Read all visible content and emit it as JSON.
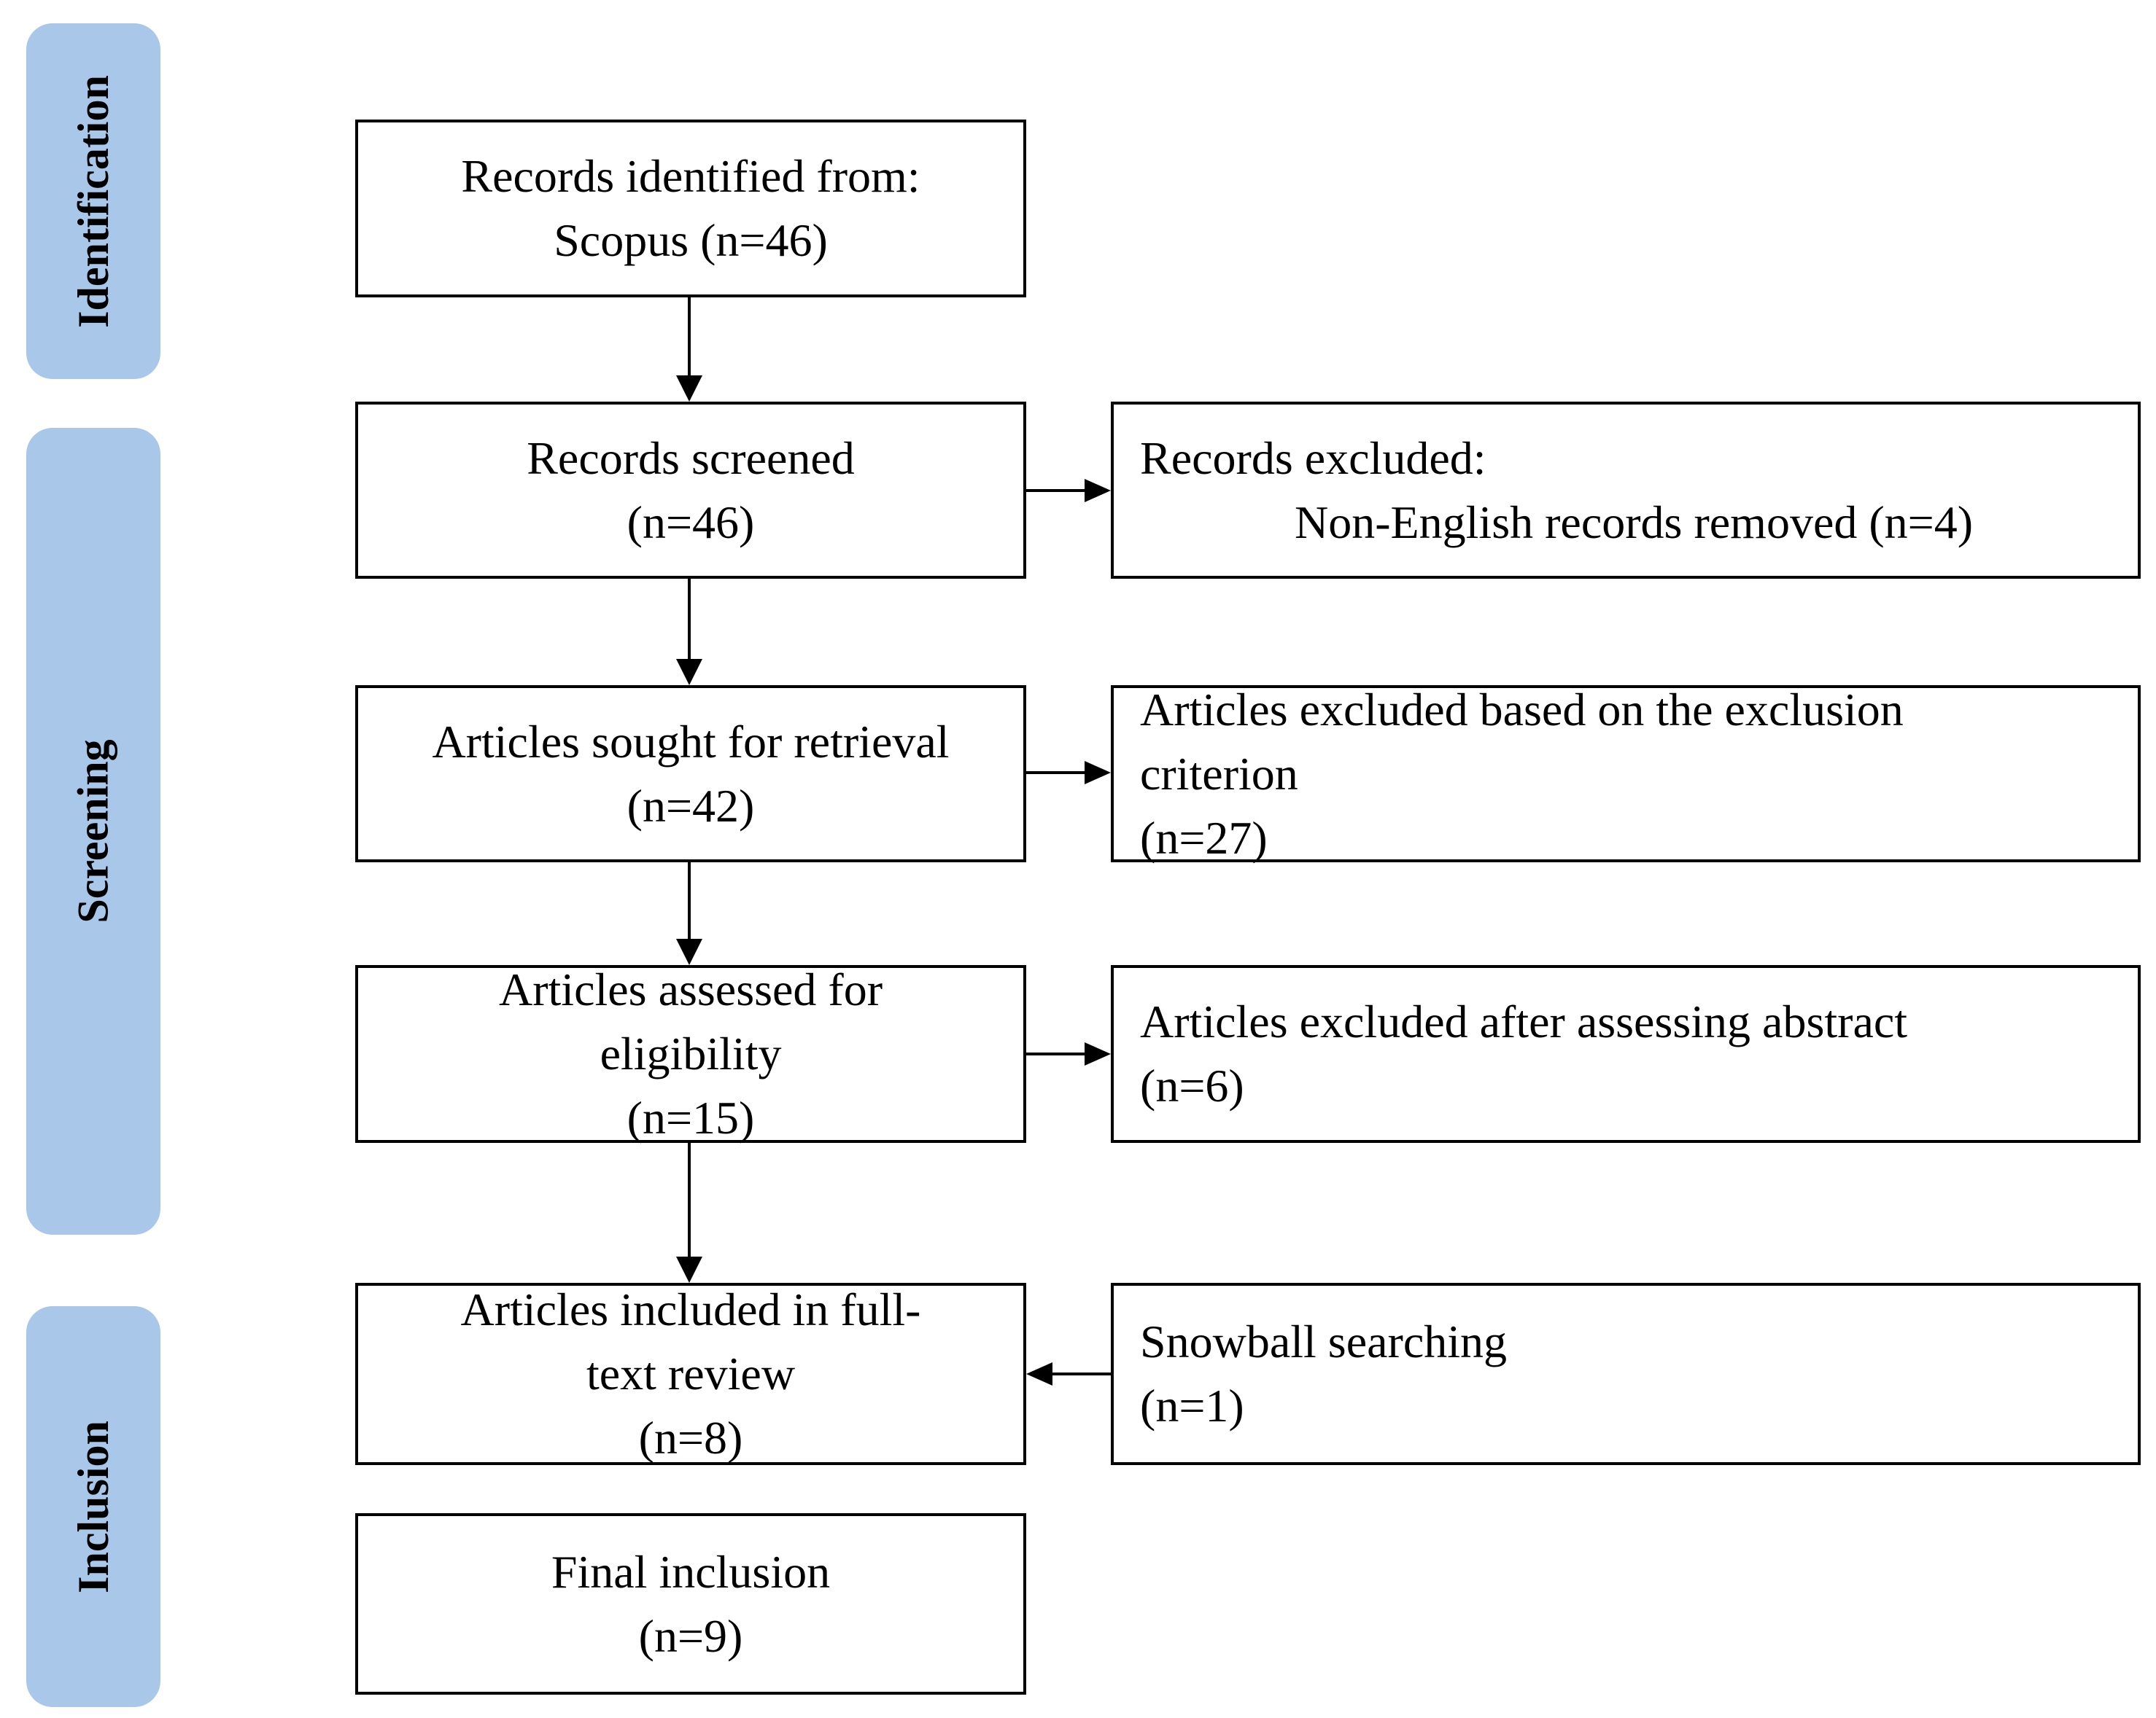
{
  "sidebar": {
    "fill_color": "#a8c7e9",
    "text_color": "#000000",
    "stages": [
      {
        "label": "Identification"
      },
      {
        "label": "Screening"
      },
      {
        "label": "Inclusion"
      }
    ]
  },
  "boxes": {
    "records_identified": {
      "lines": [
        "Records identified from:",
        "Scopus (n=46)"
      ]
    },
    "records_screened": {
      "lines": [
        "Records screened",
        "(n=46)"
      ]
    },
    "articles_sought": {
      "lines": [
        "Articles sought for retrieval",
        "(n=42)"
      ]
    },
    "articles_assessed": {
      "lines": [
        "Articles assessed for",
        "eligibility",
        "(n=15)"
      ]
    },
    "articles_included": {
      "lines": [
        "Articles included in full-",
        "text review",
        "(n=8)"
      ]
    },
    "final_inclusion": {
      "lines": [
        "Final inclusion",
        "(n=9)"
      ]
    },
    "records_excluded": {
      "lines": [
        "Records excluded:",
        "Non-English records removed (n=4)"
      ]
    },
    "excluded_criterion": {
      "lines": [
        "Articles excluded based on the exclusion",
        "criterion",
        "(n=27)"
      ]
    },
    "excluded_abstract": {
      "lines": [
        "Articles excluded after assessing abstract",
        "(n=6)"
      ]
    },
    "snowball_searching": {
      "lines": [
        "Snowball searching",
        "(n=1)"
      ]
    }
  },
  "connections": [
    {
      "from": "records_identified",
      "to": "records_screened",
      "direction": "down"
    },
    {
      "from": "records_screened",
      "to": "articles_sought",
      "direction": "down"
    },
    {
      "from": "articles_sought",
      "to": "articles_assessed",
      "direction": "down"
    },
    {
      "from": "articles_assessed",
      "to": "articles_included",
      "direction": "down"
    },
    {
      "from": "records_screened",
      "to": "records_excluded",
      "direction": "right"
    },
    {
      "from": "articles_sought",
      "to": "excluded_criterion",
      "direction": "right"
    },
    {
      "from": "articles_assessed",
      "to": "excluded_abstract",
      "direction": "right"
    },
    {
      "from": "snowball_searching",
      "to": "articles_included",
      "direction": "left"
    }
  ]
}
